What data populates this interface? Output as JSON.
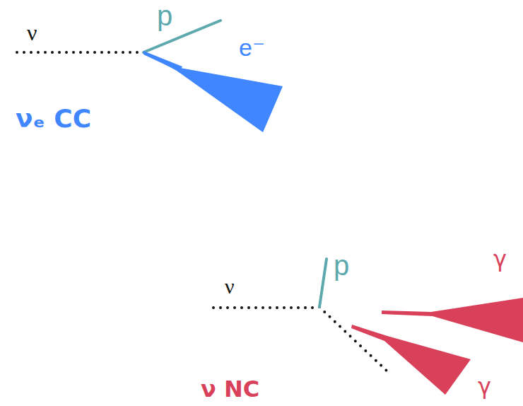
{
  "diagram": {
    "labels": [
      "ν",
      "p",
      "e⁻",
      "νₑ CC",
      "ν",
      "p",
      "γ",
      "γ",
      "ν NC"
    ]
  }
}
